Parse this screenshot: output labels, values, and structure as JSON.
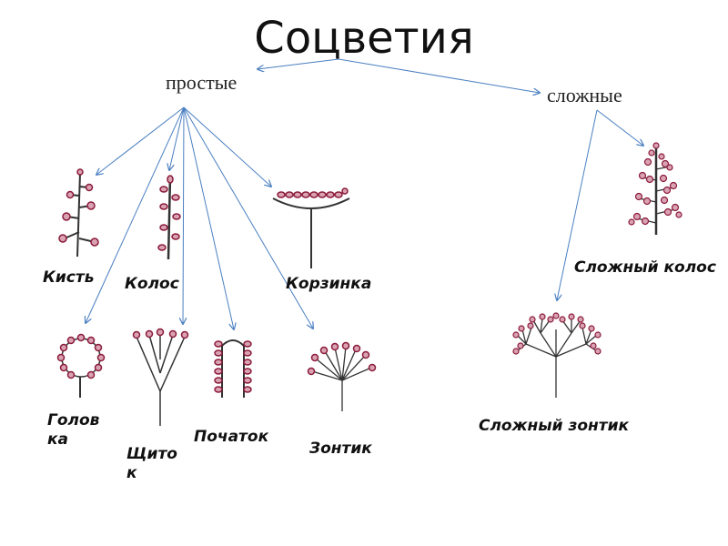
{
  "title": "Соцветия",
  "categories": {
    "simple": "простые",
    "complex": "сложные"
  },
  "labels": {
    "raceme": "Кисть",
    "spike": "Колос",
    "basket": "Корзинка",
    "head_line1": "Голов",
    "head_line2": "ка",
    "corymb_line1": "Щито",
    "corymb_line2": "к",
    "spadix": "Початок",
    "umbel": "Зонтик",
    "compound_spike": "Сложный колос",
    "compound_umbel": "Сложный зонтик"
  },
  "colors": {
    "arrow": "#4a7fc1",
    "flower_fill": "#d9a3b3",
    "flower_stroke": "#8b1a3a",
    "stem": "#333333"
  }
}
